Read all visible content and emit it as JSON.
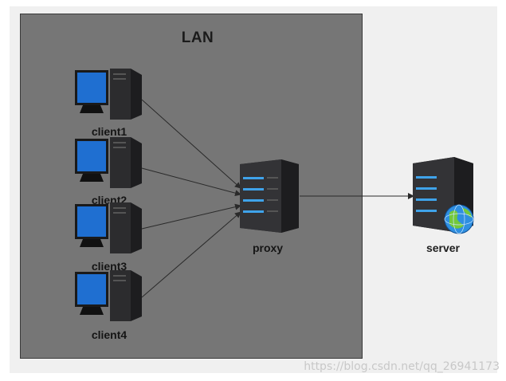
{
  "lan": {
    "title": "LAN"
  },
  "clients": [
    {
      "label": "client1"
    },
    {
      "label": "client2"
    },
    {
      "label": "client3"
    },
    {
      "label": "client4"
    }
  ],
  "proxy": {
    "label": "proxy"
  },
  "server": {
    "label": "server"
  },
  "watermark": "https://blog.csdn.net/qq_26941173",
  "colors": {
    "lan_fill": "#767676",
    "screen_blue": "#1f6fd1",
    "tower": "#2c2c2e",
    "led_blue": "#3fa3ea",
    "globe": "#2f8fe0"
  }
}
